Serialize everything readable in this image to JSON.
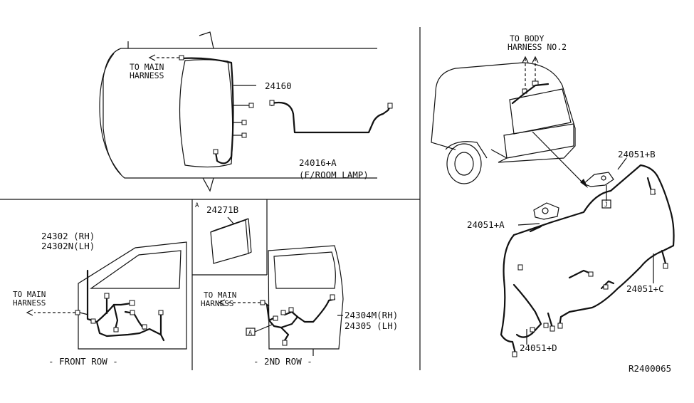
{
  "panel_top_left": {
    "to_main_harness": [
      "TO MAIN",
      "HARNESS"
    ],
    "part_24160": "24160",
    "part_24016A": "24016+A",
    "part_room_lamp": "(F/ROOM LAMP)"
  },
  "panel_front_row": {
    "part_24302": "24302 (RH)",
    "part_24302N": "24302N(LH)",
    "to_main_harness": [
      "TO MAIN",
      "HARNESS"
    ],
    "caption": "- FRONT ROW -"
  },
  "panel_detail_a": {
    "ref": "A",
    "part_24271B": "24271B"
  },
  "panel_second_row": {
    "to_main_harness": [
      "TO MAIN",
      "HARNESS"
    ],
    "part_24304M": "24304M(RH)",
    "part_24305": "24305 (LH)",
    "ref_box": "A",
    "caption": "- 2ND ROW -"
  },
  "panel_rear": {
    "to_body_harness": [
      "TO BODY",
      "HARNESS NO.2"
    ],
    "part_24051B": "24051+B",
    "part_24051A": "24051+A",
    "part_24051C": "24051+C",
    "part_24051D": "24051+D",
    "ref_j": "J"
  },
  "diagram_code": "R2400065"
}
